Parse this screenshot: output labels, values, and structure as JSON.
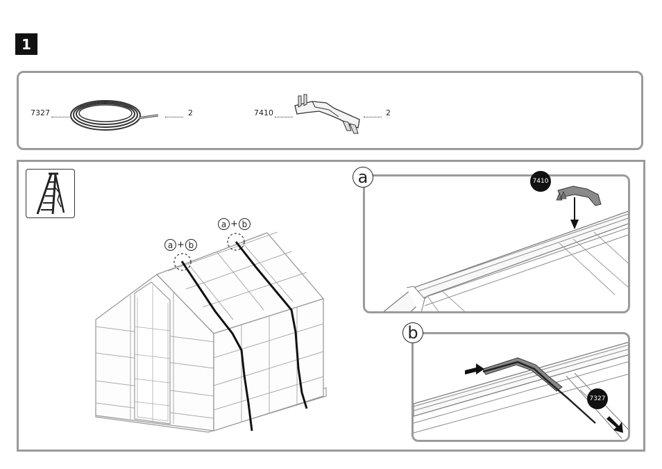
{
  "step": {
    "number": "1"
  },
  "parts": [
    {
      "code": "7327",
      "qty": "2",
      "icon": "strap-coil"
    },
    {
      "code": "7410",
      "qty": "2",
      "icon": "ridge-clip"
    }
  ],
  "callouts": {
    "combo_left": {
      "a": "a",
      "plus": "+",
      "b": "b"
    },
    "combo_right": {
      "a": "a",
      "plus": "+",
      "b": "b"
    }
  },
  "details": {
    "a": {
      "letter": "a",
      "part_badge": "7410"
    },
    "b": {
      "letter": "b",
      "part_badge": "7327"
    }
  },
  "icons": {
    "ladder": "ladder-icon"
  }
}
